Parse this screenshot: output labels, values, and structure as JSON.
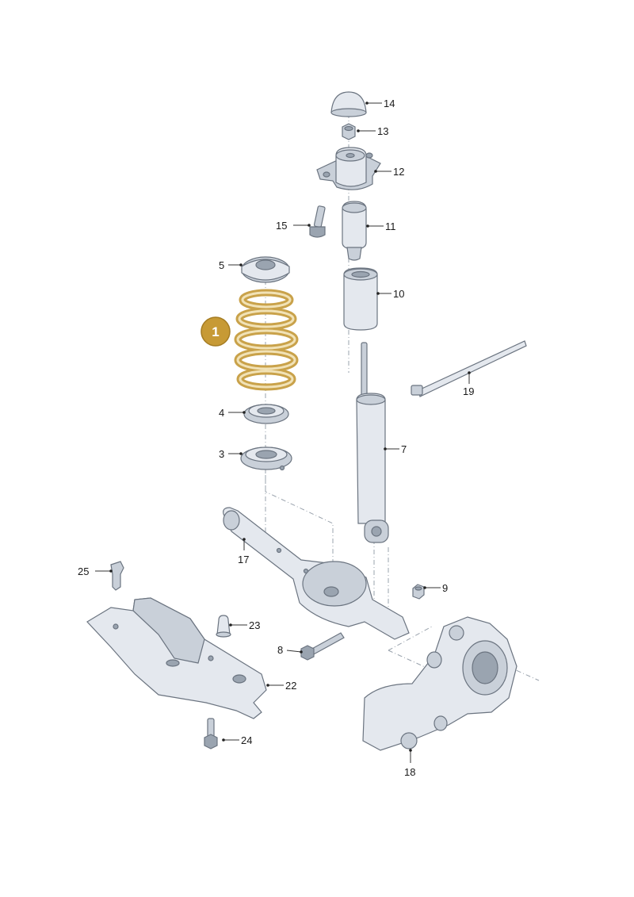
{
  "highlight": {
    "number": "1",
    "color": "#c79a35",
    "part": "coil spring"
  },
  "colors": {
    "spring": "#c9a24a",
    "metal": "#c9d0d9",
    "outline": "#6b7480"
  },
  "callouts": [
    {
      "id": "c3",
      "number": "3"
    },
    {
      "id": "c4",
      "number": "4"
    },
    {
      "id": "c5",
      "number": "5"
    },
    {
      "id": "c7",
      "number": "7"
    },
    {
      "id": "c8",
      "number": "8"
    },
    {
      "id": "c9",
      "number": "9"
    },
    {
      "id": "c10",
      "number": "10"
    },
    {
      "id": "c11",
      "number": "11"
    },
    {
      "id": "c12",
      "number": "12"
    },
    {
      "id": "c13",
      "number": "13"
    },
    {
      "id": "c14",
      "number": "14"
    },
    {
      "id": "c15",
      "number": "15"
    },
    {
      "id": "c17",
      "number": "17"
    },
    {
      "id": "c18",
      "number": "18"
    },
    {
      "id": "c19",
      "number": "19"
    },
    {
      "id": "c22",
      "number": "22"
    },
    {
      "id": "c23",
      "number": "23"
    },
    {
      "id": "c24",
      "number": "24"
    },
    {
      "id": "c25",
      "number": "25"
    }
  ]
}
